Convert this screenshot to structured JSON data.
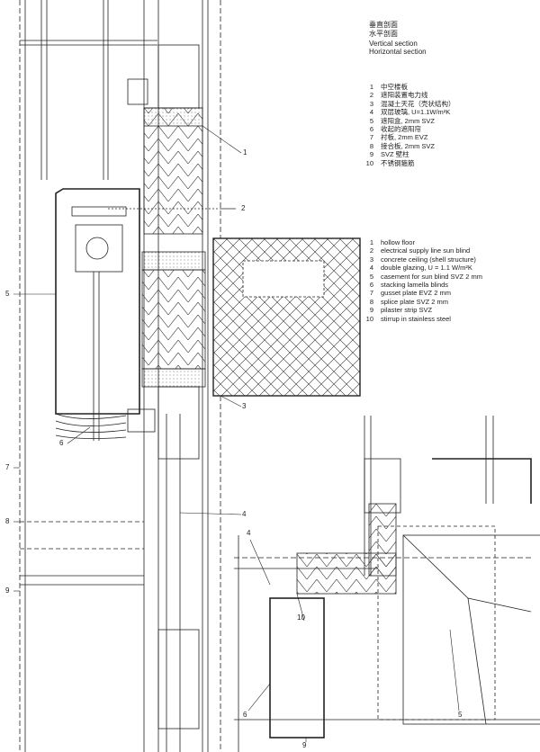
{
  "titles": {
    "cn_vertical": "垂直剖面",
    "cn_horizontal": "水平剖面",
    "en_vertical": "Vertical section",
    "en_horizontal": "Horizontal section"
  },
  "legend_cn": [
    {
      "num": "1",
      "text": "中空楼板"
    },
    {
      "num": "2",
      "text": "遮阳装置电力线"
    },
    {
      "num": "3",
      "text": "混凝土天花（壳状结构）"
    },
    {
      "num": "4",
      "text": "双层玻璃, U=1.1W/m²K"
    },
    {
      "num": "5",
      "text": "遮阳盒, 2mm SVZ"
    },
    {
      "num": "6",
      "text": "收起的遮阳帘"
    },
    {
      "num": "7",
      "text": "衬板, 2mm EVZ"
    },
    {
      "num": "8",
      "text": "接合板, 2mm SVZ"
    },
    {
      "num": "9",
      "text": "SVZ 壁柱"
    },
    {
      "num": "10",
      "text": "不锈钢箍筋"
    }
  ],
  "legend_en": [
    {
      "num": "1",
      "text": "hollow floor"
    },
    {
      "num": "2",
      "text": "electrical supply line sun blind"
    },
    {
      "num": "3",
      "text": "concrete ceiling (shell structure)"
    },
    {
      "num": "4",
      "text": "double glazing, U = 1.1 W/m²K"
    },
    {
      "num": "5",
      "text": "casement for sun blind SVZ 2 mm"
    },
    {
      "num": "6",
      "text": "stacking lamella blinds"
    },
    {
      "num": "7",
      "text": "gusset plate EVZ 2 mm"
    },
    {
      "num": "8",
      "text": "splice plate SVZ 2 mm"
    },
    {
      "num": "9",
      "text": "pilaster strip SVZ"
    },
    {
      "num": "10",
      "text": "stirrup in stainless steel"
    }
  ],
  "callouts_vertical": [
    "1",
    "2",
    "3",
    "4",
    "5",
    "6",
    "7",
    "8",
    "9"
  ],
  "callouts_horizontal": [
    "4",
    "10",
    "5",
    "6",
    "9"
  ]
}
